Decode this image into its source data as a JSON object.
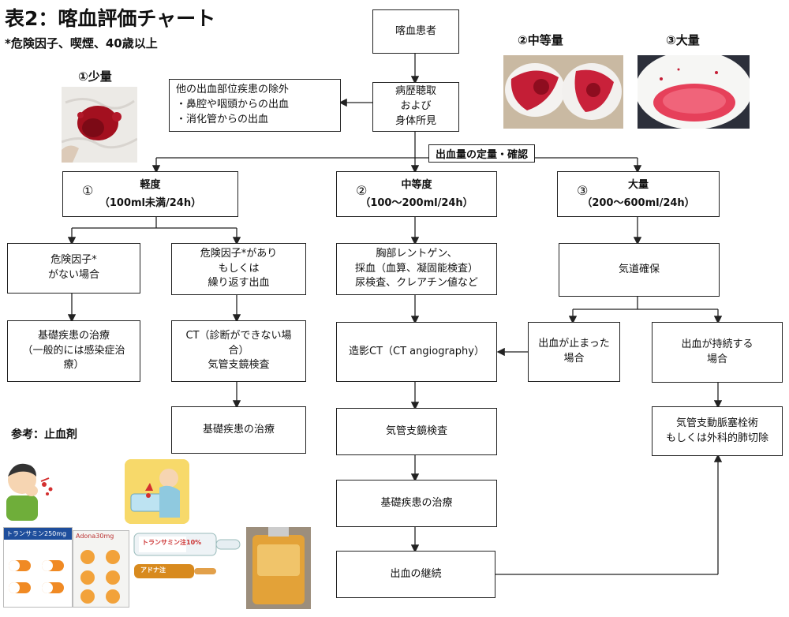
{
  "title": "表2：喀血評価チャート",
  "subtitle": "*危険因子、喫煙、40歳以上",
  "photos": {
    "small_label": "①少量",
    "moderate_label": "②中等量",
    "large_label": "③大量"
  },
  "flow": {
    "hemoptysis_patient": "喀血患者",
    "history_exam": "病歴聴取\nおよび\n身体所見",
    "exclusion": "他の出血部位疾患の除外\n・鼻腔や咽頭からの出血\n・消化管からの出血",
    "quantification": "出血量の定量・確認",
    "mild": {
      "num": "①",
      "title": "軽度",
      "amount": "（100ml未満/24h）"
    },
    "moderate": {
      "num": "②",
      "title": "中等度",
      "amount": "（100～200ml/24h）"
    },
    "massive": {
      "num": "③",
      "title": "大量",
      "amount": "（200～600ml/24h）"
    },
    "no_risk": "危険因子*\nがない場合",
    "risk": "危険因子*があり\nもしくは\n繰り返す出血",
    "underlying_general": "基礎疾患の治療\n（一般的には感染症治\n療）",
    "ct_bronch": "CT（診断ができない場\n合）\n気管支鏡検査",
    "underlying_left": "基礎疾患の治療",
    "tests": "胸部レントゲン、\n採血（血算、凝固能検査）\n尿検査、クレアチン値など",
    "contrast_ct": "造影CT（CT angiography）",
    "bronchoscopy": "気管支鏡検査",
    "underlying_mid": "基礎疾患の治療",
    "continued": "出血の継続",
    "airway": "気道確保",
    "stopped": "出血が止まった\n場合",
    "persistent": "出血が持続する\n場合",
    "embolization": "気管支動脈塞栓術\nもしくは外科的肺切除"
  },
  "reference": {
    "label": "参考：止血剤",
    "drug_labels": [
      "トランサミン250mg",
      "Adona30mg",
      "トランサミン注10%",
      "アドナ注"
    ]
  },
  "colors": {
    "line": "#222222",
    "blood": "#b3122a",
    "tissue": "#f3f0ee"
  }
}
